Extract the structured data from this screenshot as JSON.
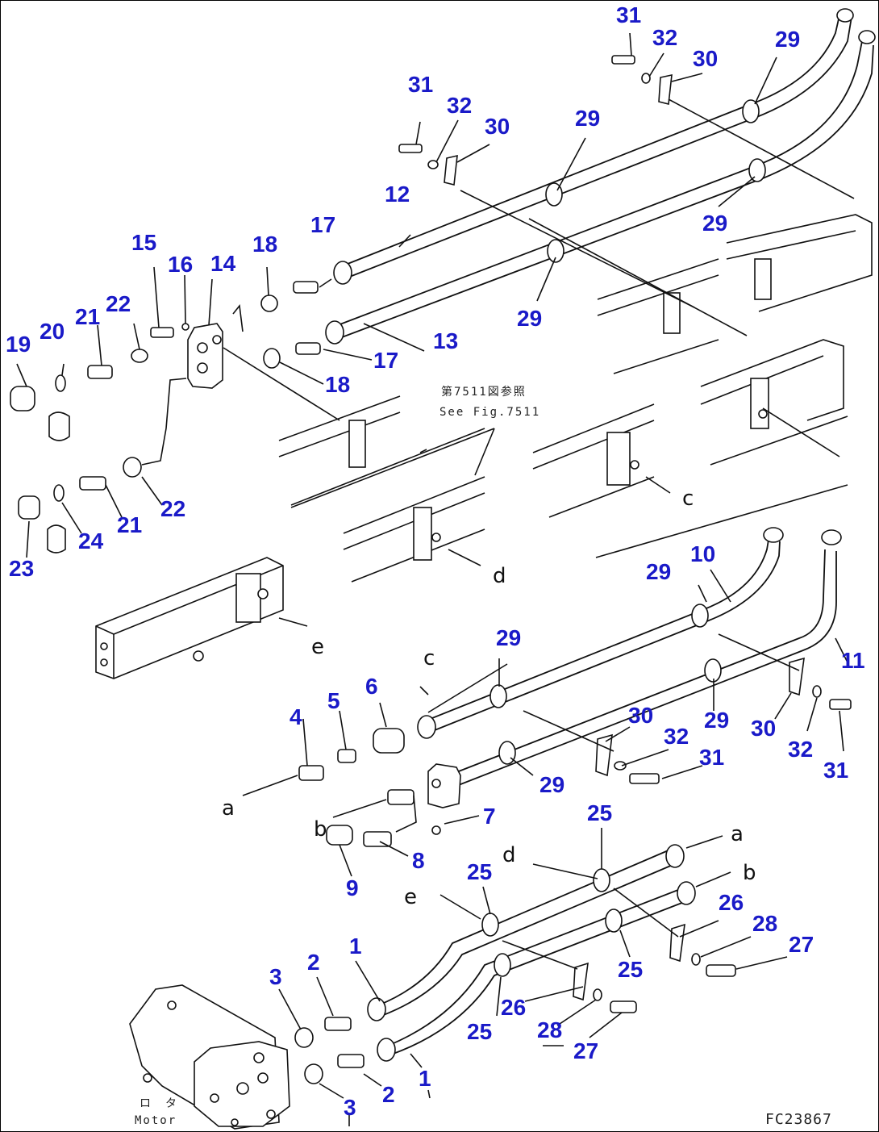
{
  "diagram": {
    "colors": {
      "part_number": "#1a1ac8",
      "line": "#111111"
    },
    "part_numbers": {
      "p1a": "1",
      "p1b": "1",
      "p2a": "2",
      "p2b": "2",
      "p3a": "3",
      "p3b": "3",
      "p4": "4",
      "p5": "5",
      "p6": "6",
      "p7": "7",
      "p8": "8",
      "p9": "9",
      "p10": "10",
      "p11": "11",
      "p12": "12",
      "p13": "13",
      "p14": "14",
      "p15": "15",
      "p16": "16",
      "p17a": "17",
      "p17b": "17",
      "p18a": "18",
      "p18b": "18",
      "p19": "19",
      "p20": "20",
      "p21a": "21",
      "p21b": "21",
      "p22a": "22",
      "p22b": "22",
      "p23": "23",
      "p24": "24",
      "p25a": "25",
      "p25b": "25",
      "p25c": "25",
      "p25d": "25",
      "p26a": "26",
      "p26b": "26",
      "p27a": "27",
      "p27b": "27",
      "p28a": "28",
      "p28b": "28",
      "p29a": "29",
      "p29b": "29",
      "p29c": "29",
      "p29d": "29",
      "p29e": "29",
      "p29f": "29",
      "p29g": "29",
      "p29h": "29",
      "p30a": "30",
      "p30b": "30",
      "p30c": "30",
      "p30d": "30",
      "p31a": "31",
      "p31b": "31",
      "p31c": "31",
      "p31d": "31",
      "p32a": "32",
      "p32b": "32",
      "p32c": "32",
      "p32d": "32"
    },
    "letters": {
      "a1": "a",
      "a2": "a",
      "b1": "b",
      "b2": "b",
      "c1": "c",
      "c2": "c",
      "d1": "d",
      "d2": "d",
      "e1": "e",
      "e2": "e"
    },
    "reference_jp": "第7511図参照",
    "reference_en": "See Fig.7511",
    "motor_jp": "ロ　タ",
    "motor_en": "Motor",
    "figure_code": "FC23867"
  }
}
